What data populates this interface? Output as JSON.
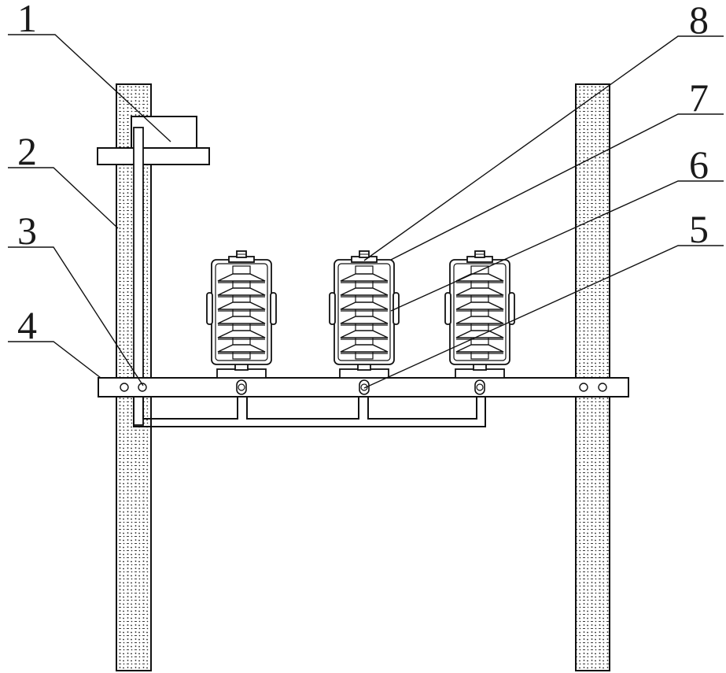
{
  "callouts": [
    {
      "id": "callout-1",
      "label": "1"
    },
    {
      "id": "callout-2",
      "label": "2"
    },
    {
      "id": "callout-3",
      "label": "3"
    },
    {
      "id": "callout-4",
      "label": "4"
    },
    {
      "id": "callout-5",
      "label": "5"
    },
    {
      "id": "callout-6",
      "label": "6"
    },
    {
      "id": "callout-7",
      "label": "7"
    },
    {
      "id": "callout-8",
      "label": "8"
    }
  ],
  "colors": {
    "line": "#111111",
    "background": "#ffffff"
  }
}
